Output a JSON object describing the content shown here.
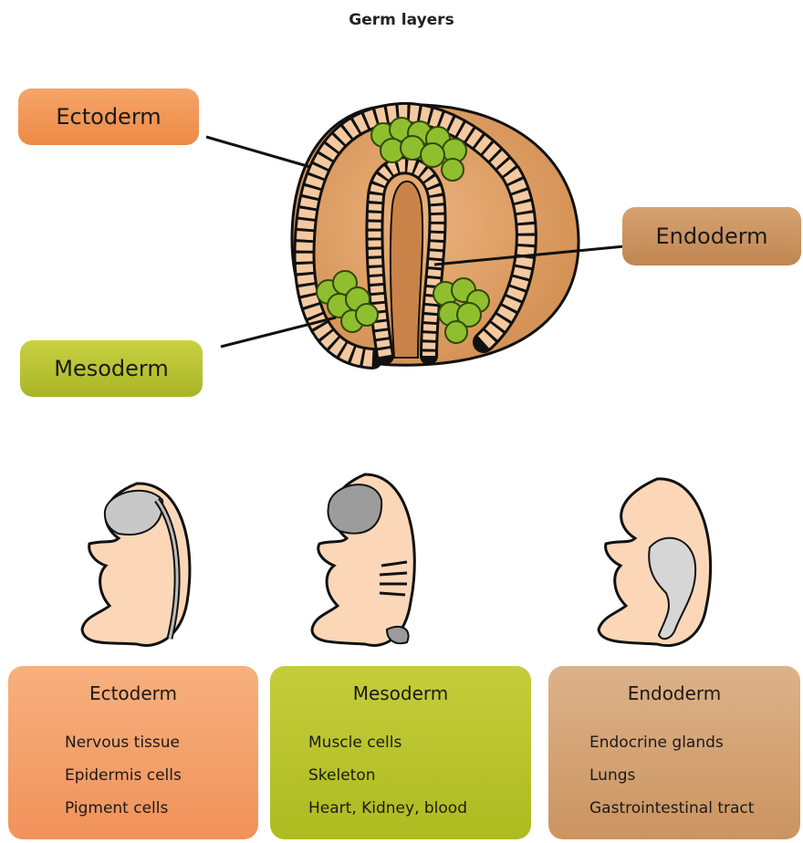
{
  "title": "Germ layers",
  "labels": {
    "ectoderm": "Ectoderm",
    "mesoderm": "Mesoderm",
    "endoderm": "Endoderm"
  },
  "cards": [
    {
      "id": "ectoderm",
      "title": "Ectoderm",
      "items": [
        "Nervous tissue",
        "Epidermis cells",
        "Pigment cells"
      ]
    },
    {
      "id": "mesoderm",
      "title": "Mesoderm",
      "items": [
        "Muscle cells",
        "Skeleton",
        "Heart, Kidney, blood"
      ]
    },
    {
      "id": "endoderm",
      "title": "Endoderm",
      "items": [
        "Endocrine glands",
        "Lungs",
        "Gastrointestinal tract"
      ]
    }
  ],
  "colors": {
    "ectoderm": "#ef9155",
    "mesoderm": "#b4bf28",
    "endoderm": "#c99460",
    "embryo_body": "#e3a46c",
    "cell_cluster": "#8fbf2e",
    "fetus_skin": "#fbd7b8"
  }
}
